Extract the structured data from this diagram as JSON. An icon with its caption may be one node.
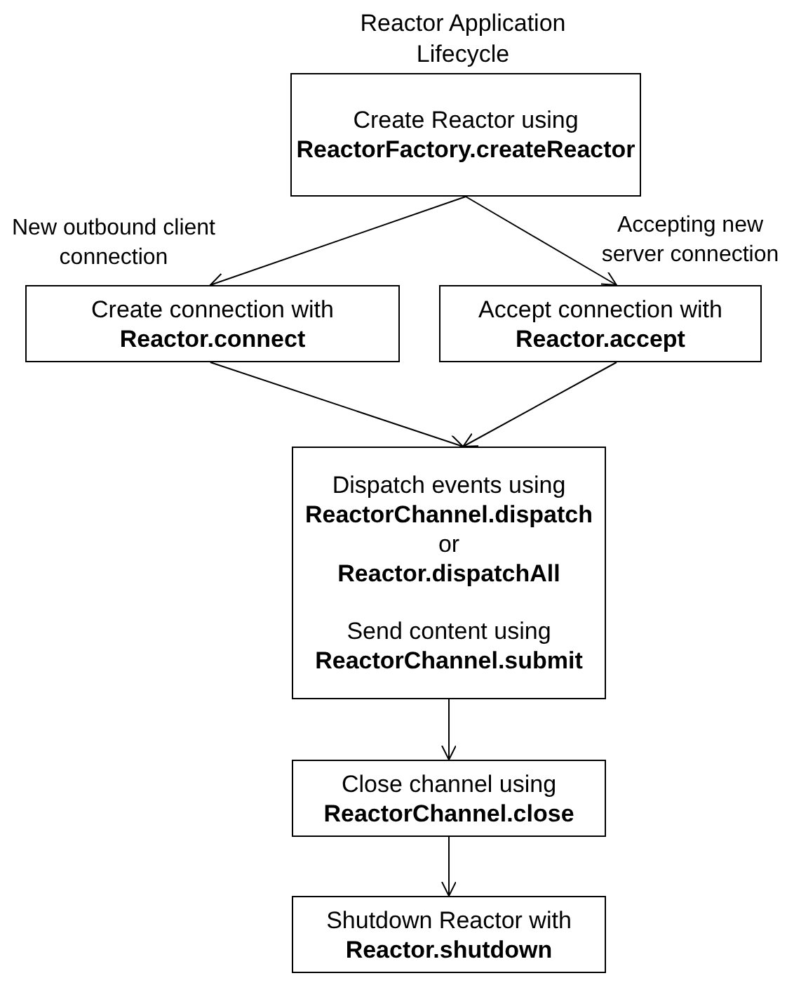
{
  "diagram": {
    "title": "Reactor Application Lifecycle",
    "nodes": [
      {
        "text": [
          "Create Reactor using **ReactorFactory.createReactor**"
        ]
      },
      {
        "text": [
          "Create connection with **Reactor.connect**"
        ]
      },
      {
        "text": [
          "Accept connection with **Reactor.accept**"
        ]
      },
      {
        "text": [
          "Dispatch events using **ReactorChannel.dispatch** or **Reactor.dispatchAll**",
          "Send content using **ReactorChannel.submit**"
        ]
      },
      {
        "text": [
          "Close channel using **ReactorChannel.close**"
        ]
      },
      {
        "text": [
          "Shutdown Reactor with **Reactor.shutdown**"
        ]
      }
    ],
    "edges": [
      {
        "from": 0,
        "to": 1,
        "arrow": "to",
        "label": "New outbound client connection"
      },
      {
        "from": 0,
        "to": 2,
        "arrow": "to",
        "label": "Accepting new server connection"
      },
      {
        "from": 1,
        "to": 3,
        "arrow": "to"
      },
      {
        "from": 2,
        "to": 3,
        "arrow": "to"
      },
      {
        "from": 3,
        "to": 4,
        "arrow": "to"
      },
      {
        "from": 4,
        "to": 5,
        "arrow": "to"
      }
    ]
  }
}
